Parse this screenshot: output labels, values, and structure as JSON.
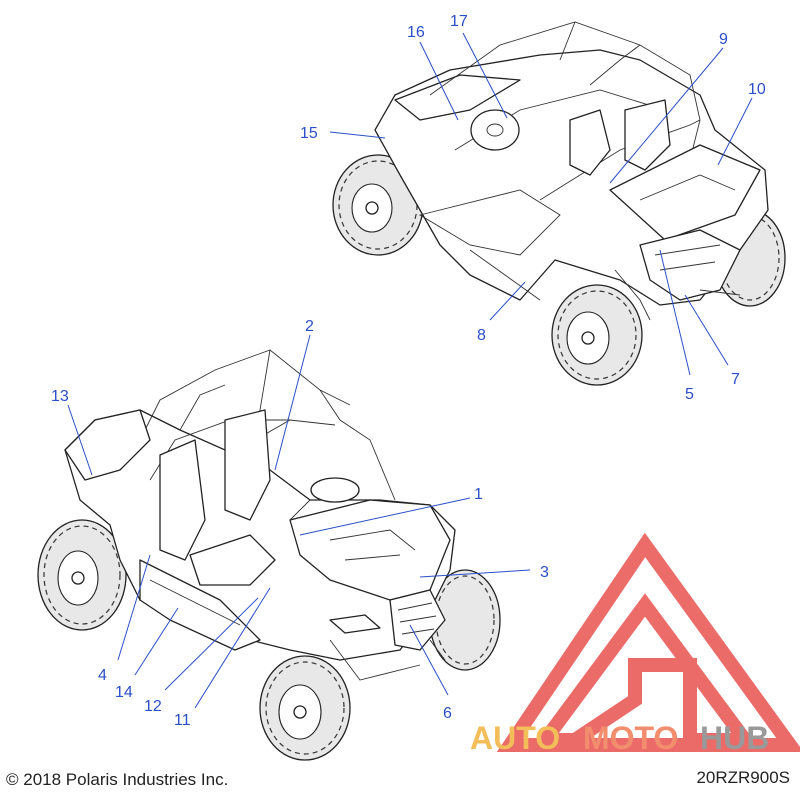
{
  "callouts": [
    "1",
    "2",
    "3",
    "4",
    "5",
    "6",
    "7",
    "8",
    "9",
    "10",
    "11",
    "12",
    "13",
    "14",
    "15",
    "16",
    "17"
  ],
  "footer": {
    "copyright": "© 2018 Polaris Industries Inc.",
    "part_code": "20RZR900S"
  },
  "watermark": {
    "brand_auto": "AUTO",
    "brand_moto": "MOTO",
    "brand_hub": "HUB",
    "color_triangle": "#e8524f",
    "color_auto": "#f2b33d",
    "color_moto": "#f07b55",
    "color_hub": "#888888"
  },
  "colors": {
    "callout": "#2b4fc7",
    "line_art": "#222222"
  }
}
